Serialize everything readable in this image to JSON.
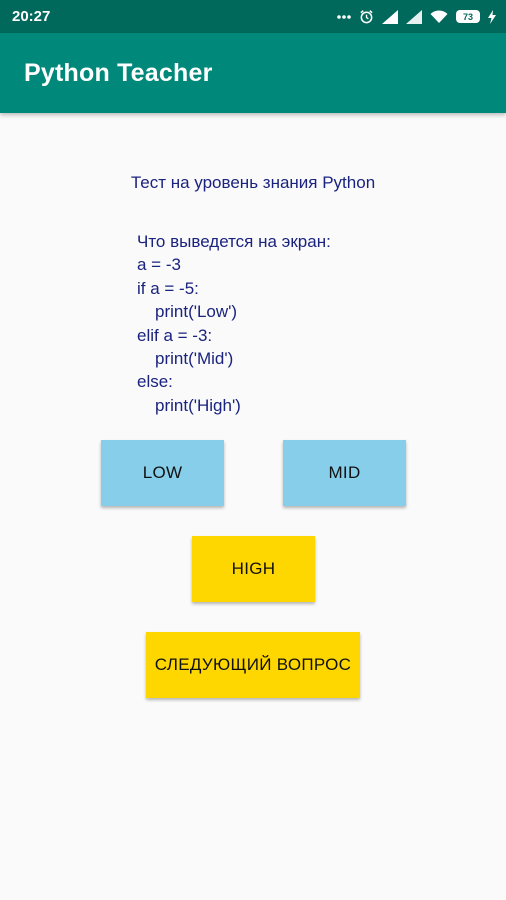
{
  "status_bar": {
    "time": "20:27",
    "battery": "73",
    "icons": [
      "dots-icon",
      "alarm-icon",
      "signal-icon",
      "signal-icon",
      "wifi-icon",
      "battery-icon",
      "charging-icon"
    ]
  },
  "app_bar": {
    "title": "Python Teacher"
  },
  "quiz": {
    "subtitle": "Тест на уровень знания Python",
    "question_lines": [
      "Что выведется на экран:",
      "a = -3",
      "if a = -5:",
      "print('Low')",
      "elif a = -3:",
      "print('Mid')",
      "else:",
      "print('High')"
    ]
  },
  "buttons": {
    "low": "LOW",
    "mid": "MID",
    "high": "HIGH",
    "next": "СЛЕДУЮЩИЙ ВОПРОС"
  },
  "colors": {
    "status_bar": "#00695C",
    "app_bar": "#00897B",
    "answer_button": "#87CEEB",
    "accent_button": "#FFD700",
    "text": "#1A237E"
  }
}
